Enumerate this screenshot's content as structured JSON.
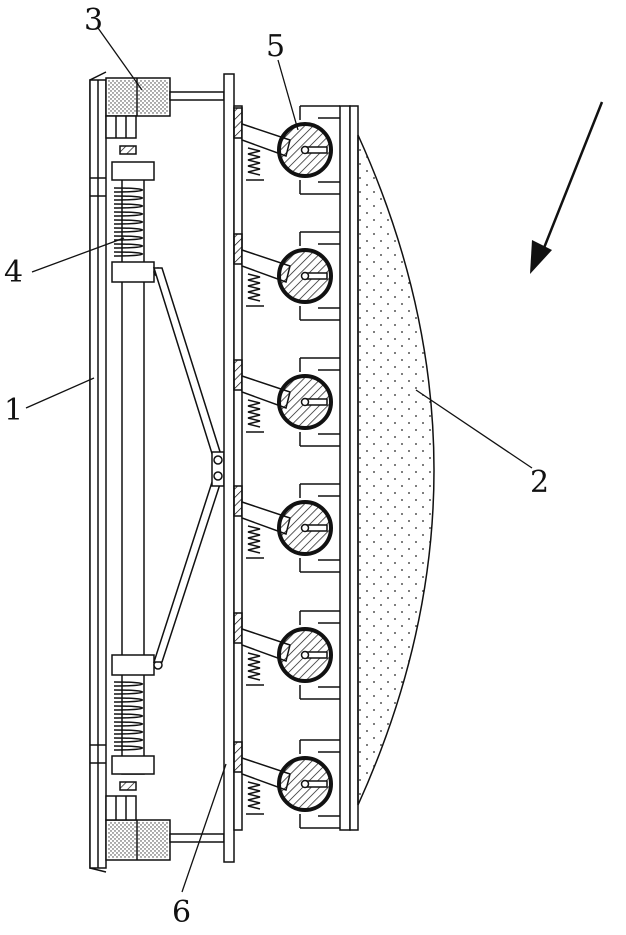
{
  "figure": {
    "labels": {
      "l1": "1",
      "l2": "2",
      "l3": "3",
      "l4": "4",
      "l5": "5",
      "l6": "6"
    },
    "roller_count": 6,
    "colors": {
      "line": "#111111",
      "background": "#ffffff"
    }
  }
}
